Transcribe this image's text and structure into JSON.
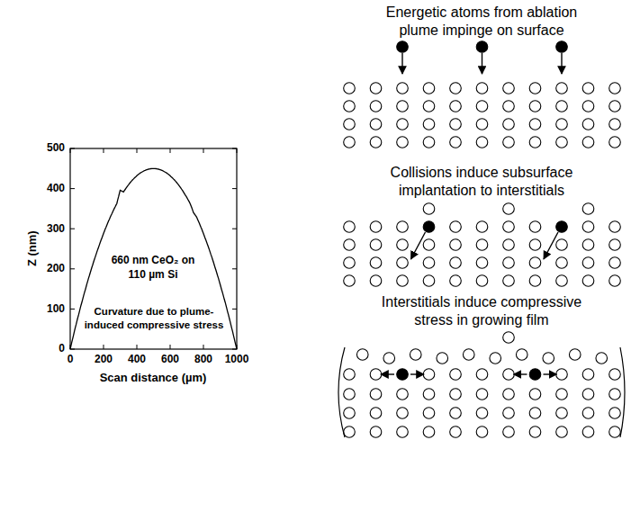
{
  "diagram": {
    "labels": [
      "Energetic atoms from ablation",
      "plume impinge on surface",
      "Collisions induce subsurface",
      "implantation to interstitials",
      "Interstitials induce compressive",
      "stress in growing film",
      "500",
      "400",
      "300",
      "200",
      "100",
      "0",
      "0",
      "200",
      "400",
      "600",
      "800",
      "1000",
      "Z (nm)",
      "Scan distance (µm)",
      "660 nm CeO₂ on",
      "110 µm Si",
      "Curvature due to plume-",
      "induced compressive stress"
    ]
  }
}
